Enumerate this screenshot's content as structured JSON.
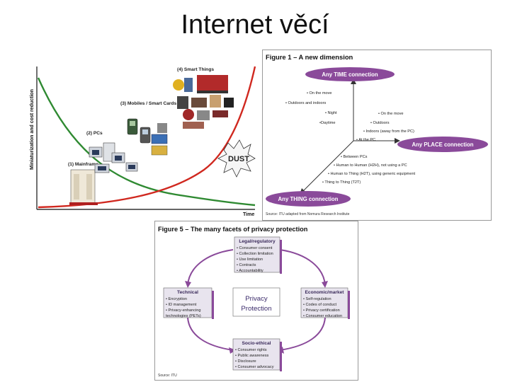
{
  "slide": {
    "title": "Internet věcí"
  },
  "evolution": {
    "y_label": "Miniaturization and cost reduction",
    "x_label": "Time",
    "eras": [
      "(1) Mainframe",
      "(2) PCs",
      "(3) Mobiles / Smart Cards",
      "(4) Smart Things"
    ],
    "dust_label": "DUST"
  },
  "figure1": {
    "title": "Figure 1 – A new dimension",
    "time_label": "Any TIME connection",
    "place_label": "Any PLACE connection",
    "thing_label": "Any THING connection",
    "time_items": [
      "• On the move",
      "• Outdoors and indoors",
      "• Night",
      "•Daytime"
    ],
    "place_items": [
      "• On the move",
      "• Outdoors",
      "• Indoors (away from the PC)",
      "• At the PC"
    ],
    "thing_items": [
      "• Between PCs",
      "• Human to Human (H2H), not using a PC",
      "• Human to Thing (H2T), using generic equipment",
      "• Thing to Thing (T2T)"
    ],
    "source": "Source: ITU adapted from Nomura Research Institute"
  },
  "figure5": {
    "title": "Figure 5 – The many facets of privacy protection",
    "center_line1": "Privacy",
    "center_line2": "Protection",
    "legal": {
      "title": "Legal/regulatory",
      "items": [
        "• Consumer consent",
        "• Collection limitation",
        "• Use limitation",
        "• Contracts",
        "• Accountability"
      ]
    },
    "technical": {
      "title": "Technical",
      "items": [
        "• Encryption",
        "• ID management",
        "• Privacy-enhancing",
        "  technologies (PETs)"
      ]
    },
    "economic": {
      "title": "Economic/market",
      "items": [
        "• Self-regulation",
        "• Codes of conduct",
        "• Privacy certification",
        "• Consumer education"
      ]
    },
    "socio": {
      "title": "Socio-ethical",
      "items": [
        "• Consumer rights",
        "• Public awareness",
        "• Disclosure",
        "• Consumer advocacy"
      ]
    },
    "source": "Source: ITU"
  },
  "colors": {
    "purple": "#8a4a9a",
    "curve_red": "#d0281f",
    "curve_green": "#2f8a32",
    "box_bg": "#e8e4ee"
  }
}
